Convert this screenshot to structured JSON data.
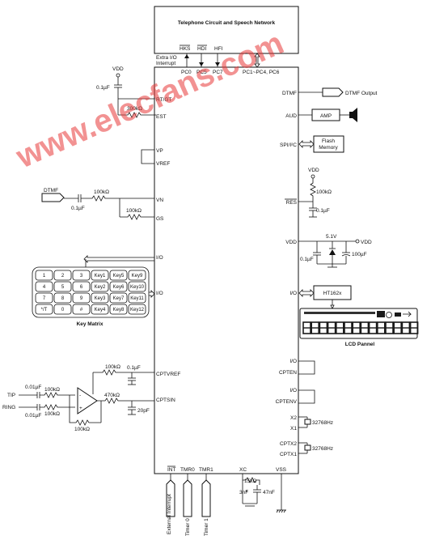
{
  "telephone": {
    "title": "Telephone Circuit and Speech Network"
  },
  "top_pins": {
    "extra_io": "Extra I/O",
    "interrupt": "Interrupt",
    "pc0": "PC0",
    "hks": "HKS",
    "pc5": "PC5",
    "hdi": "HDI",
    "pc7": "PC7",
    "hfi": "HFI",
    "pc_range": "PC1~PC4, PC6"
  },
  "left_pins": {
    "rtgt": "RT/GT",
    "est": "EST",
    "vp": "VP",
    "vref": "VREF",
    "vn": "VN",
    "gs": "GS",
    "io1": "I/O",
    "io2": "I/O",
    "cptvref": "CPTVREF",
    "cptsin": "CPTSIN"
  },
  "right_pins": {
    "dtmf": "DTMF",
    "aud": "AUD",
    "spi": "SPI/I²C",
    "res": "RES",
    "vdd": "VDD",
    "io_lcd": "I/O",
    "io_cpten": "I/O",
    "cpten": "CPTEN",
    "io_cptenv": "I/O",
    "cptenv": "CPTENV",
    "x2": "X2",
    "x1": "X1",
    "cptx2": "CPTX2",
    "cptx1": "CPTX1"
  },
  "bottom_pins": {
    "int": "INT",
    "tmr0": "TMR0",
    "tmr1": "TMR1",
    "xc": "XC",
    "vss": "VSS"
  },
  "bottom_signals": {
    "ext": "External Interrupt",
    "timer0": "Timer 0",
    "timer1": "Timer 1"
  },
  "components": {
    "vdd_top": "VDD",
    "cap_01_top": "0.1µF",
    "r_300k": "300kΩ",
    "dtmf_in": "DTMF",
    "r_100k_vn": "100kΩ",
    "cap_01_vn": "0.1µF",
    "r_100k_gs": "100kΩ",
    "vdd_res": "VDD",
    "r_100k_res": "100kΩ",
    "cap_01_res": "0.1µF",
    "zener": "5.1V",
    "vdd_sym": "VDD",
    "cap_01_vdd": "0.1µF",
    "cap_100": "100µF",
    "r_100k_cpt": "100kΩ",
    "cap_01_cpt": "0.1µF",
    "tip": "TIP",
    "ring": "RING",
    "cap_001_tip": "0.01µF",
    "r_100k_tip": "100kΩ",
    "cap_001_ring": "0.01µF",
    "r_100k_ring": "100kΩ",
    "r_470k": "470kΩ",
    "cap_20p": "20pF",
    "r_100k_fb": "100kΩ",
    "xtal_a": "32768Hz",
    "xtal_b": "32768Hz",
    "r_15k": "15kΩ",
    "cap_3n": "3nF",
    "cap_47n": "47nF"
  },
  "blocks": {
    "dtmf_output": "DTMF Output",
    "amp": "AMP",
    "flash1": "Flash",
    "flash2": "Memory",
    "ht162": "HT162x",
    "lcd_label": "LCD Pannel",
    "key_matrix_label": "Key Matrix"
  },
  "keys": [
    [
      "1",
      "2",
      "3",
      "Key1",
      "Key5",
      "Key9"
    ],
    [
      "4",
      "5",
      "6",
      "Key2",
      "Key6",
      "Key10"
    ],
    [
      "7",
      "8",
      "9",
      "Key3",
      "Key7",
      "Key11"
    ],
    [
      "*/T",
      "0",
      "#",
      "Key4",
      "Key8",
      "Key12"
    ]
  ],
  "watermark": "www.elecfans.com"
}
